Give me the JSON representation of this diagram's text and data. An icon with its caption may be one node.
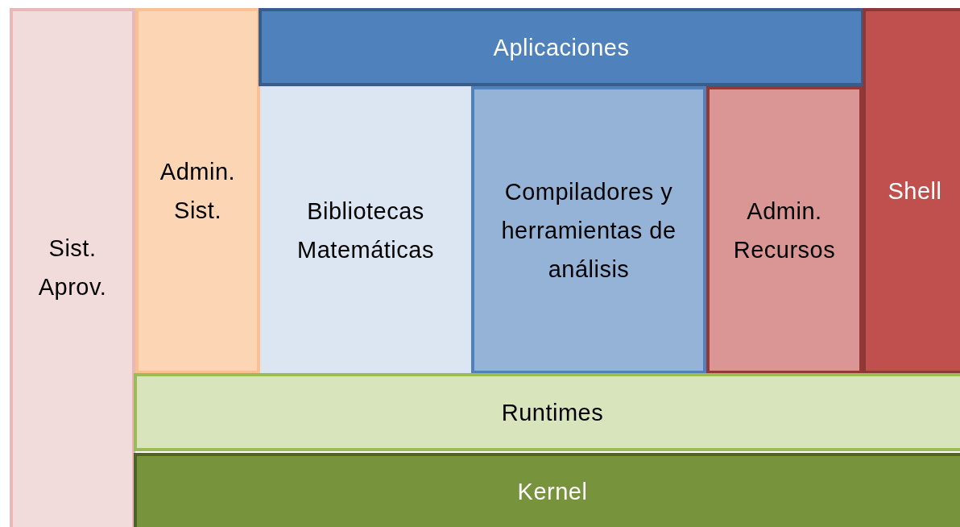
{
  "diagram": {
    "nodes": [
      {
        "text": [
          "Sist. Aprov."
        ]
      },
      {
        "text": [
          "Admin. Sist."
        ]
      },
      {
        "text": [
          "Aplicaciones"
        ]
      },
      {
        "text": [
          "Bibliotecas Matemáticas"
        ]
      },
      {
        "text": [
          "Compiladores y herramientas de análisis"
        ]
      },
      {
        "text": [
          "Admin. Recursos"
        ]
      },
      {
        "text": [
          "Shell"
        ]
      },
      {
        "text": [
          "Runtimes"
        ]
      },
      {
        "text": [
          "Kernel"
        ]
      }
    ]
  }
}
